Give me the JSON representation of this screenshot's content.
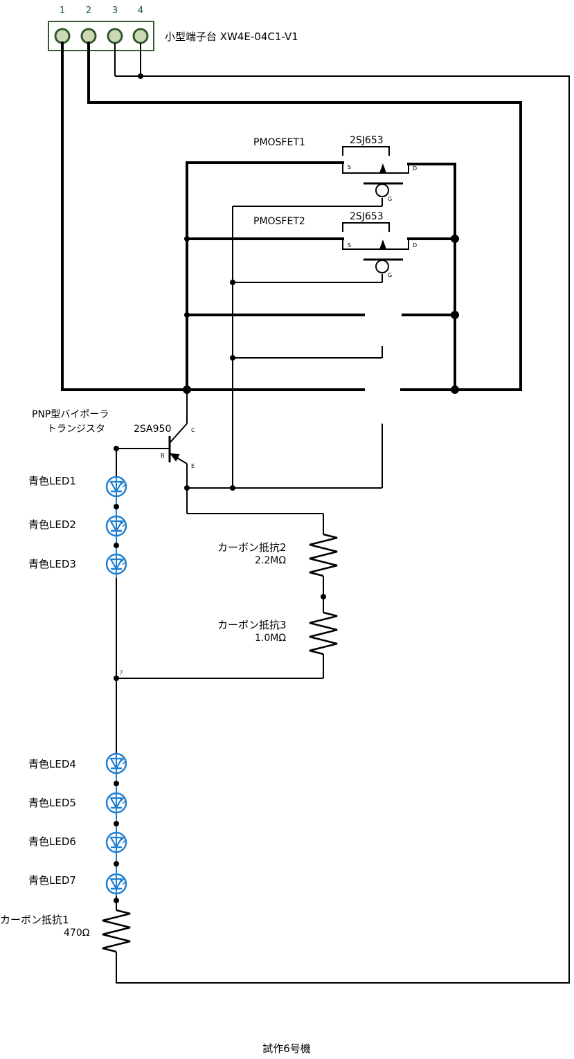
{
  "colors": {
    "wire": "#000000",
    "led": "#1f7fd0",
    "terminal_fill": "#cfd8b4",
    "terminal_border": "#2f5a2f",
    "pin_number": "#1f5a3c"
  },
  "terminal": {
    "pins": [
      "1",
      "2",
      "3",
      "4"
    ],
    "label": "小型端子台 XW4E-04C1-V1"
  },
  "mosfets": [
    {
      "label": "PMOSFET1",
      "part": "2SJ653",
      "source": "S",
      "drain": "D",
      "gate": "G"
    },
    {
      "label": "PMOSFET2",
      "part": "2SJ653",
      "source": "S",
      "drain": "D",
      "gate": "G"
    }
  ],
  "transistor": {
    "label_line1": "PNP型バイポーラ",
    "label_line2": "トランジスタ",
    "part": "2SA950",
    "collector": "C",
    "base": "B",
    "emitter": "E"
  },
  "leds": [
    "青色LED1",
    "青色LED2",
    "青色LED3",
    "青色LED4",
    "青色LED5",
    "青色LED6",
    "青色LED7"
  ],
  "resistors": [
    {
      "name": "カーボン抵抗2",
      "value": "2.2MΩ"
    },
    {
      "name": "カーボン抵抗3",
      "value": "1.0MΩ"
    },
    {
      "name": "カーボン抵抗1",
      "value": "470Ω"
    }
  ],
  "node_label": "7",
  "footer": "試作6号機"
}
